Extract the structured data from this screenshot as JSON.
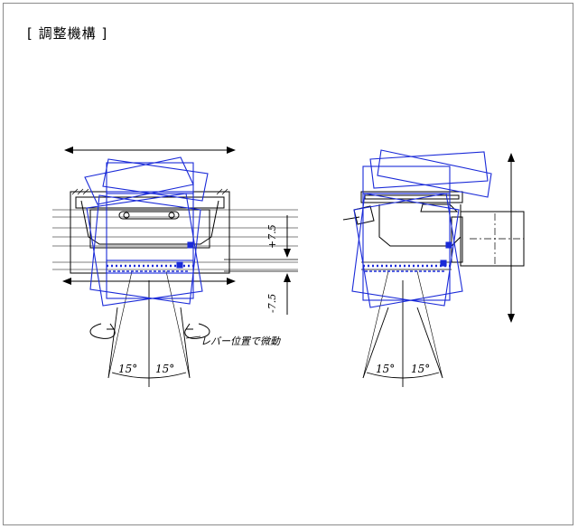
{
  "title": "[ 調整機構 ]",
  "colors": {
    "drawing_line": "#000000",
    "adjust_blue": "#1a2ad8",
    "frame_border": "#8a8a8a"
  },
  "front_view": {
    "offset_plus": "+7.5",
    "offset_minus": "-7.5",
    "note": "レバー位置で微動",
    "angle_left": "15°",
    "angle_right": "15°"
  },
  "side_view": {
    "angle_left": "15°",
    "angle_right": "15°"
  }
}
